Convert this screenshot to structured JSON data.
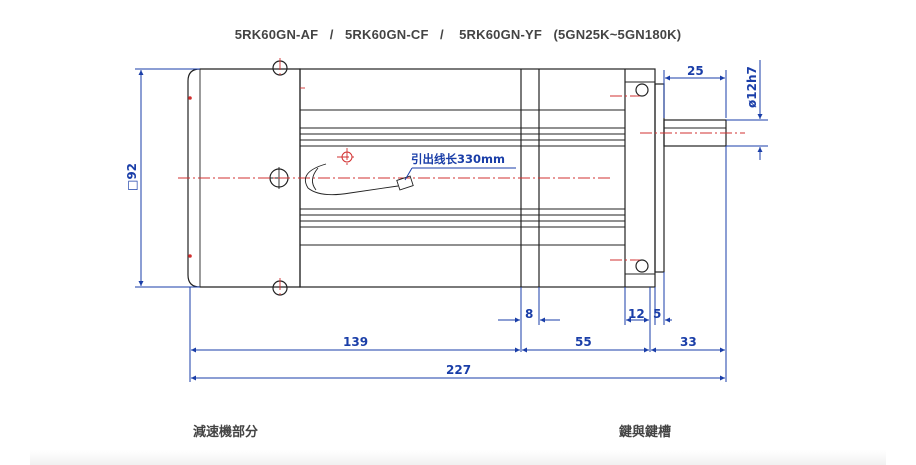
{
  "title": "5RK60GN-AF   /   5RK60GN-CF   /    5RK60GN-YF   (5GN25K~5GN180K)",
  "drawing": {
    "lead_wire_label": "引出线长330mm",
    "dimensions": {
      "square_section": "□92",
      "shaft_length": "25",
      "shaft_diameter": "ø12h7",
      "d_8": "8",
      "d_12": "12",
      "d_5": "5",
      "motor_length": "139",
      "d_55": "55",
      "d_33": "33",
      "overall_length": "227"
    }
  },
  "captions": {
    "left": "減速機部分",
    "right": "鍵與鍵槽"
  }
}
